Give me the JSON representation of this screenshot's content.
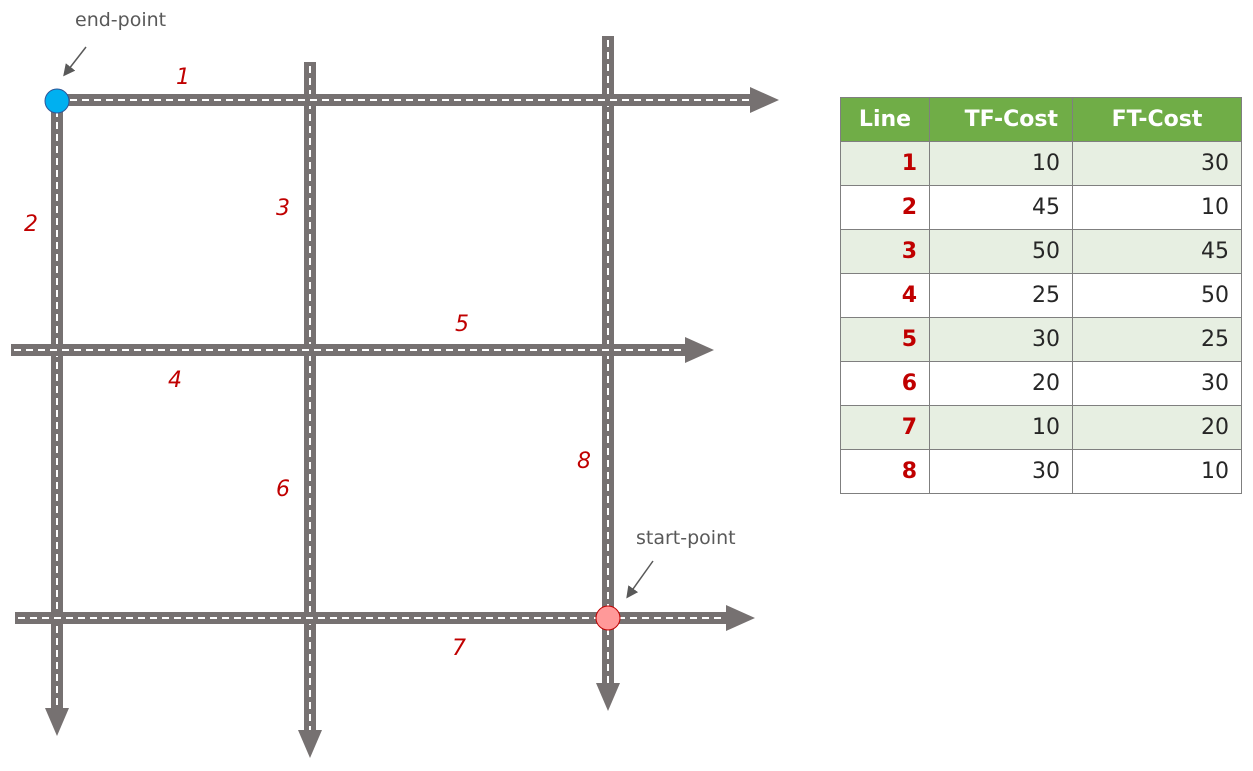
{
  "callouts": {
    "end_point": "end-point",
    "start_point": "start-point"
  },
  "road_labels": {
    "1": "1",
    "2": "2",
    "3": "3",
    "4": "4",
    "5": "5",
    "6": "6",
    "7": "7",
    "8": "8"
  },
  "table": {
    "headers": [
      "Line",
      "TF-Cost",
      "FT-Cost"
    ],
    "rows": [
      {
        "line": "1",
        "tf": "10",
        "ft": "30"
      },
      {
        "line": "2",
        "tf": "45",
        "ft": "10"
      },
      {
        "line": "3",
        "tf": "50",
        "ft": "45"
      },
      {
        "line": "4",
        "tf": "25",
        "ft": "50"
      },
      {
        "line": "5",
        "tf": "30",
        "ft": "25"
      },
      {
        "line": "6",
        "tf": "20",
        "ft": "30"
      },
      {
        "line": "7",
        "tf": "10",
        "ft": "20"
      },
      {
        "line": "8",
        "tf": "30",
        "ft": "10"
      }
    ]
  },
  "colors": {
    "road": "#767171",
    "road_dash": "#ffffff",
    "end_point": "#00b0f0",
    "start_point": "#ff9999",
    "label": "#c00000",
    "header": "#70ad47",
    "row_alt": "#e7efe2"
  }
}
